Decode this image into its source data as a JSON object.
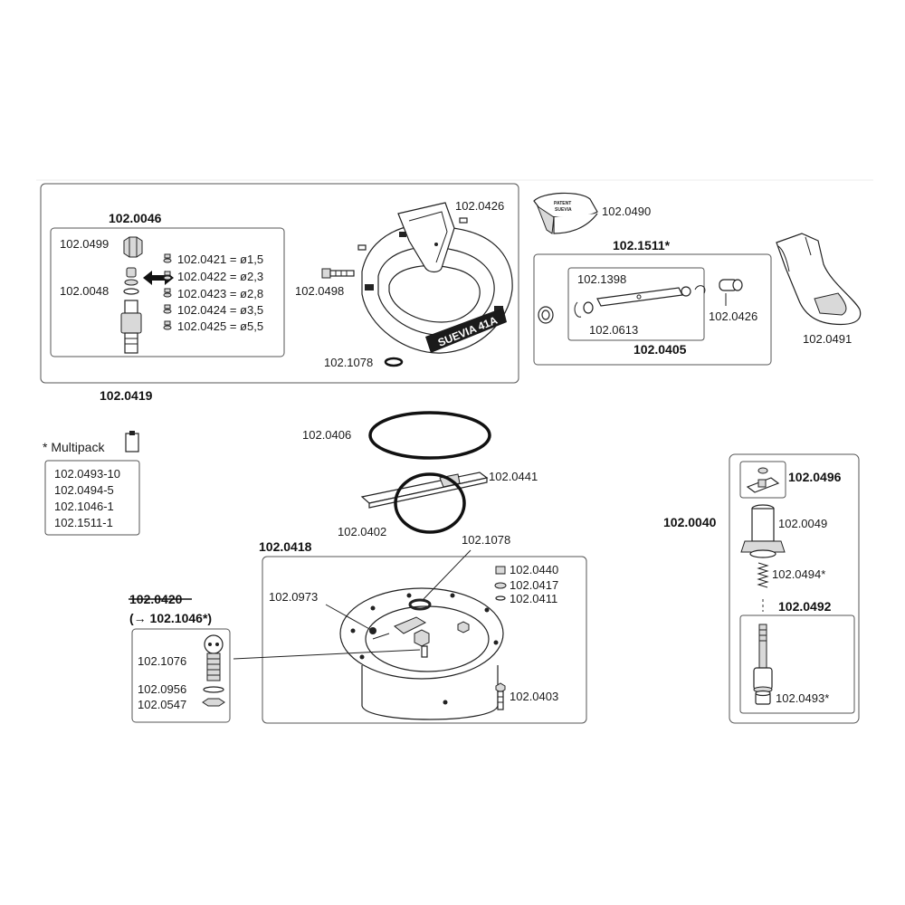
{
  "labels": {
    "l0419": "102.0419",
    "l0046": "102.0046",
    "l0499": "102.0499",
    "l0048": "102.0048",
    "l0421": "102.0421 = ø1,5",
    "l0422": "102.0422 = ø2,3",
    "l0423": "102.0423 = ø2,8",
    "l0424": "102.0424 = ø3,5",
    "l0425": "102.0425 = ø5,5",
    "l0426a": "102.0426",
    "l0498": "102.0498",
    "l1078a": "102.1078",
    "l0490": "102.0490",
    "l1511": "102.1511*",
    "l1398": "102.1398",
    "l0613": "102.0613",
    "l0426b": "102.0426",
    "l0405": "102.0405",
    "l0491": "102.0491",
    "l0406": "102.0406",
    "l0441": "102.0441",
    "l0402": "102.0402",
    "multipack": "* Multipack",
    "mp1": "102.0493-10",
    "mp2": "102.0494-5",
    "mp3": "102.1046-1",
    "mp4": "102.1511-1",
    "l0418": "102.0418",
    "l1078b": "102.1078",
    "l0440": "102.0440",
    "l0417": "102.0417",
    "l0411": "102.0411",
    "l0973": "102.0973",
    "l0403": "102.0403",
    "l0420": "102.0420",
    "l1046": "(→ 102.1046*)",
    "l1076": "102.1076",
    "l0956": "102.0956",
    "l0547": "102.0547",
    "l0496": "102.0496",
    "l0040": "102.0040",
    "l0049": "102.0049",
    "l0494": "102.0494*",
    "l0492": "102.0492",
    "l0493": "102.0493*"
  },
  "bowl_text": "SUEVIA 41A",
  "clip_text_1": "PATENT",
  "clip_text_2": "SUEVIA"
}
